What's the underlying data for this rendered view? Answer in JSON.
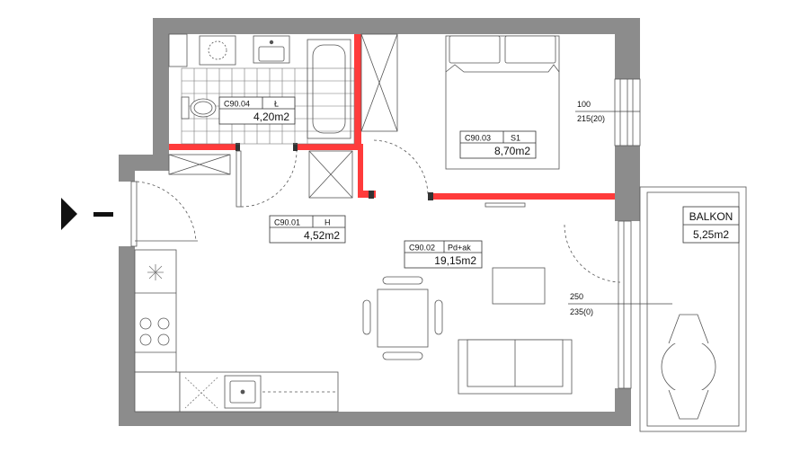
{
  "rooms": [
    {
      "code": "C90.04",
      "type": "Ł",
      "area": "4,20m2"
    },
    {
      "code": "C90.03",
      "type": "S1",
      "area": "8,70m2"
    },
    {
      "code": "C90.01",
      "type": "H",
      "area": "4,52m2"
    },
    {
      "code": "C90.02",
      "type": "Pd+ak",
      "area": "19,15m2"
    }
  ],
  "balcony": {
    "name": "BALKON",
    "area": "5,25m2"
  },
  "window_bedroom": {
    "width": "100",
    "height": "215(20)"
  },
  "window_living": {
    "width": "250",
    "height": "235(0)"
  },
  "colors": {
    "wall": "#8c8c8c",
    "accent": "#ff3b3b",
    "line": "#444444"
  }
}
